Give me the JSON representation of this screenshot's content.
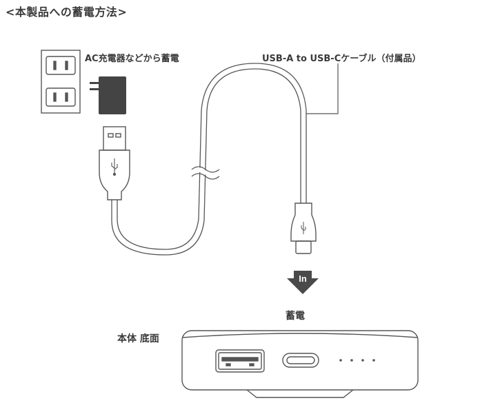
{
  "title": "<本製品への蓄電方法>",
  "labels": {
    "ac_charger": "AC充電器などから蓄電",
    "cable": "USB-A to USB-Cケーブル（付属品）",
    "charge": "蓄電",
    "bottom": "本体 底面"
  },
  "arrow_text": "In",
  "icons": [
    "wall-outlet-icon",
    "ac-adapter-icon",
    "usb-a-plug-icon",
    "usb-symbol-icon",
    "usb-c-plug-icon",
    "input-arrow-icon",
    "usb-a-port-icon",
    "usb-c-port-icon"
  ],
  "colors": {
    "text": "#3a3a3a",
    "line": "#555555",
    "adapter": "#444444",
    "arrow": "#4a4a4a"
  }
}
